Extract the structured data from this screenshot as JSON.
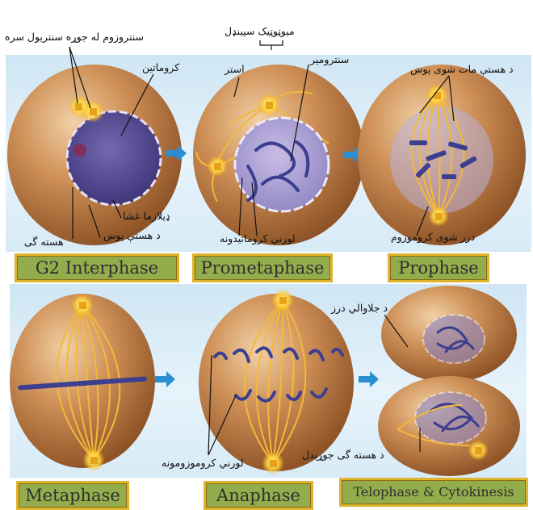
{
  "stages": {
    "g2": "G2 Interphase",
    "prometaphase": "Prometaphase",
    "prophase": "Prophase",
    "metaphase": "Metaphase",
    "anaphase": "Anaphase",
    "telophase": "Telophase & Cytokinesis"
  },
  "labels": {
    "centrosome_pair": "سنتروزوم له جوړه سنتريول سره",
    "chromatin": "کروماتين",
    "mitotic_spindle": "ميوټوټيک سپينډل",
    "aster": "استر",
    "centromere": "سنترومير",
    "nuclear_envelope_fragments": "د هستې مات شوی پوښ",
    "plasma_membrane": "ډيلازما غشا",
    "nuclear_envelope": "د هستې پوښ",
    "nucleolus": "هسته گی",
    "early_chromatids": "لورني کروماتيدونه",
    "condensing_chromosome": "درز شوی کروموزوم",
    "cleavage_furrow": "د جلاوالي درز",
    "daughter_chromosomes": "لورني کروموزومونه",
    "forming_nucleolus": "د هسته گی جوړېدل"
  },
  "colors": {
    "stage_box": "#93ad4c",
    "stage_border": "#e0b52e",
    "cell": "#c98a4a",
    "spindle": "#f0b43a",
    "chromosome": "#3c3f8f",
    "arrow": "#2a8fd0"
  }
}
